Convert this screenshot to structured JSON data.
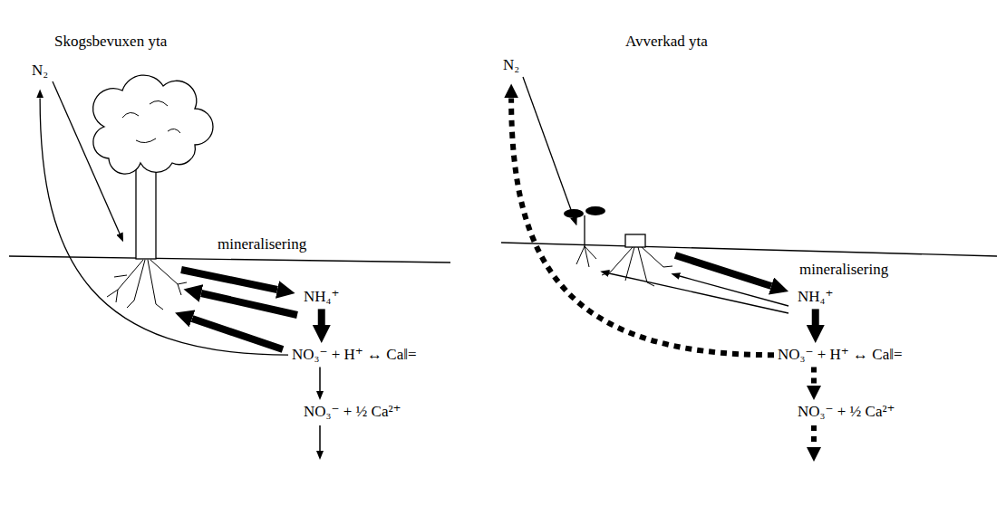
{
  "diagram": {
    "nodes": [
      {
        "text": [
          "N₂"
        ]
      },
      {
        "text": [
          "NH₄⁺"
        ]
      },
      {
        "text": [
          "NO₃⁻ + H⁺ ↔ Ca‖="
        ]
      },
      {
        "text": [
          "NO₃⁻ + ½ Ca²⁺"
        ]
      },
      {
        "text": [
          "N₂"
        ]
      },
      {
        "text": [
          "NH₄⁺"
        ]
      },
      {
        "text": [
          "NO₃⁻ + H⁺ ↔ Ca‖="
        ]
      },
      {
        "text": [
          "NO₃⁻ + ½ Ca²⁺"
        ]
      }
    ],
    "edges": [
      {
        "from": 1,
        "to": 2,
        "arrow": "to"
      },
      {
        "from": 2,
        "to": 3,
        "arrow": "to"
      },
      {
        "from": 2,
        "to": 0,
        "arrow": "to"
      },
      {
        "from": 5,
        "to": 6,
        "arrow": "to"
      },
      {
        "from": 6,
        "to": 7,
        "arrow": "to"
      },
      {
        "from": 6,
        "to": 4,
        "arrow": "to"
      }
    ],
    "labels": [
      "Skogsbevuxen yta",
      "Avverkad yta",
      "mineralisering",
      "mineralisering"
    ]
  }
}
